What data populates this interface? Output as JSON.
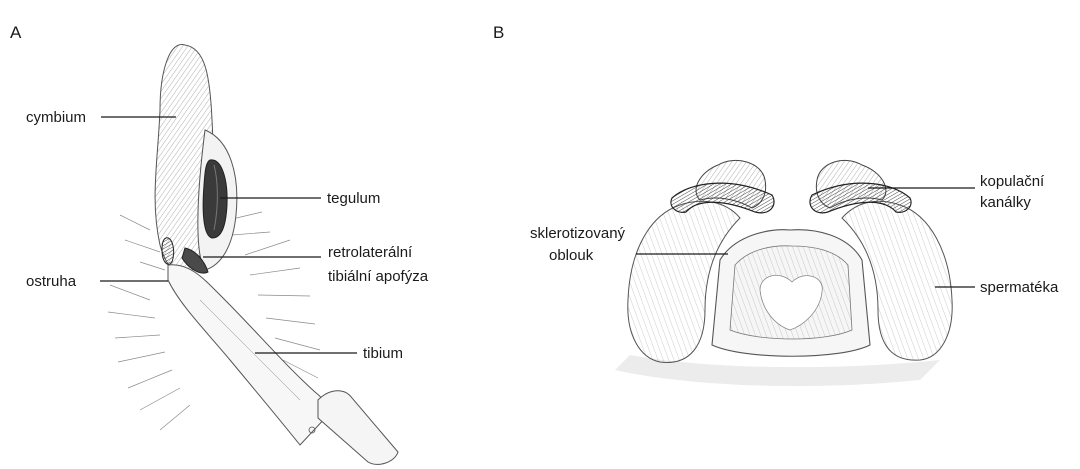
{
  "panels": {
    "a": {
      "letter": "A",
      "labels": {
        "cymbium": "cymbium",
        "tegulum": "tegulum",
        "rta_line1": "retrolaterální",
        "rta_line2": "tibiální apofýza",
        "ostruha": "ostruha",
        "tibium": "tibium"
      }
    },
    "b": {
      "letter": "B",
      "labels": {
        "kopulacni_line1": "kopulační",
        "kopulacni_line2": "kanálky",
        "sklero_line1": "sklerotizovaný",
        "sklero_line2": "oblouk",
        "spermateka": "spermatéka"
      }
    }
  }
}
